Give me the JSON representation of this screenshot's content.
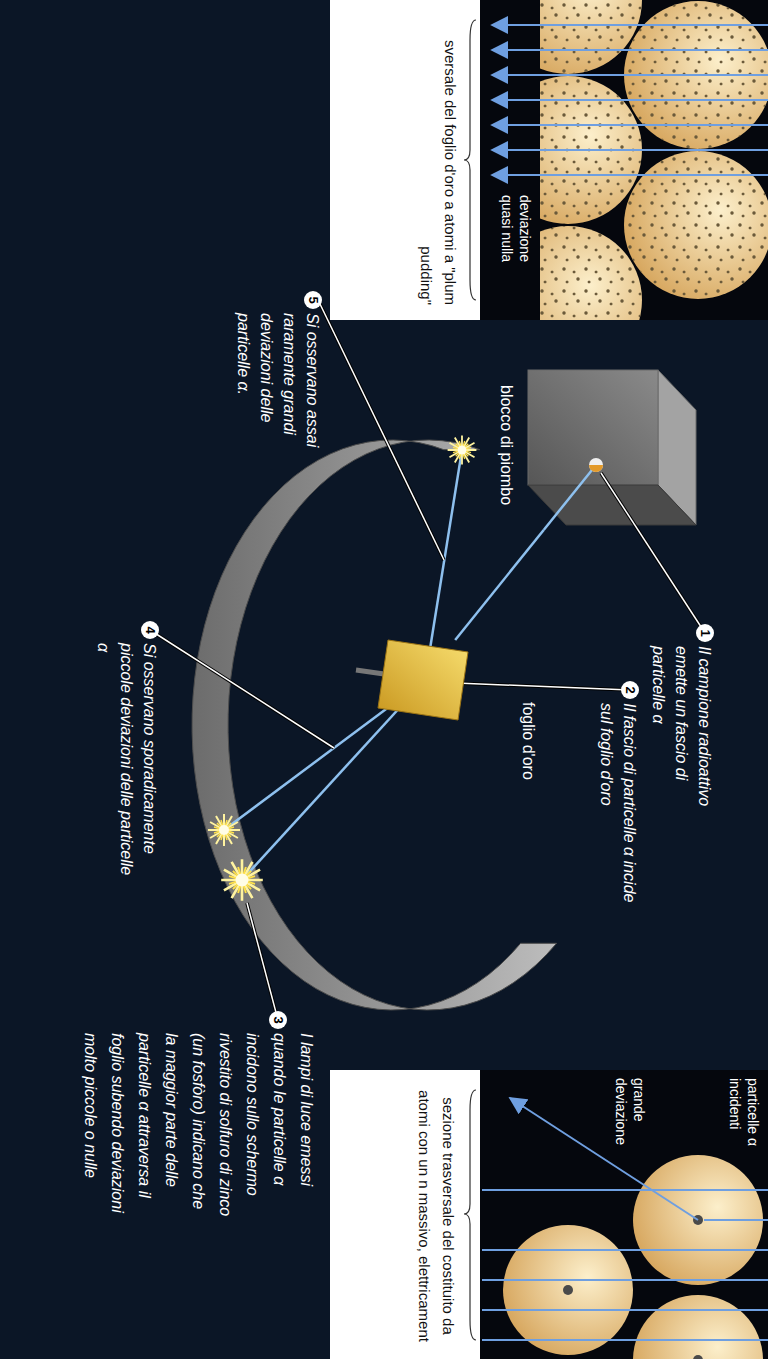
{
  "diagram": {
    "nodes": [
      {
        "text": [
          "deviazione quasi nulla",
          "sversale del foglio d'oro a atomi a \"plum pudding\""
        ]
      },
      {
        "text": [
          "blocco di piombo"
        ]
      },
      {
        "text": [
          "foglio d'oro"
        ]
      },
      {
        "text": [
          "particelle α incidenti",
          "grande deviazione",
          "sezione trasversale del costituito da atomi con un n massivo, elettricament"
        ]
      }
    ],
    "edges": [
      {
        "from": 1,
        "to": 2,
        "arrow": "none"
      }
    ],
    "labels": [
      "1",
      "Il campione radioattivo emette un fascio di particelle α",
      "2",
      "Il fascio di particelle α incide sul foglio d'oro",
      "3",
      "I lampi di luce emessi quando le particelle α incidono sullo schermo rivestito di solfuro di zinco (un fosfòro) indicano che la maggior parte delle particelle α attraversa il foglio subendo deviazioni molto piccole o nulle",
      "4",
      "Si osservano sporadicamente piccole deviazioni delle particelle α",
      "5",
      "Si osservano assai raramente grandi deviazioni delle particelle α."
    ]
  }
}
